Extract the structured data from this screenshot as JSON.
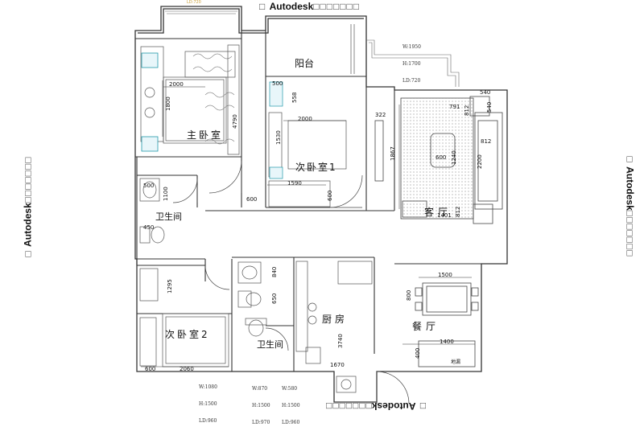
{
  "watermark": {
    "brand": "Autodesk",
    "trail": "□□□□□□□"
  },
  "top_note": "LD:720",
  "rooms": {
    "balcony": "阳台",
    "master_bedroom": "主卧室",
    "second_bedroom": "次卧室1",
    "third_bedroom": "次卧室2",
    "bathroom_1": "卫生间",
    "bathroom_2": "卫生间",
    "living_room": "客厅",
    "dining_room": "餐厅",
    "kitchen": "厨房",
    "floor_drain": "地漏"
  },
  "windows": {
    "north": [
      "W:1950",
      "H:1700",
      "LD:720"
    ],
    "south_a": [
      "W:1080",
      "H:1500",
      "LD:960"
    ],
    "south_b": [
      "W:870",
      "H:1500",
      "LD:970"
    ],
    "south_c": [
      "W:580",
      "H:1500",
      "LD:960"
    ]
  },
  "dimensions": {
    "d2000_master": "2000",
    "d1800": "1800",
    "d4790": "4790",
    "d600_a": "600",
    "d500_a": "500",
    "d558": "558",
    "d2000_second": "2000",
    "d1530": "1530",
    "d1590": "1590",
    "d600_b": "600",
    "d322": "322",
    "d1867": "1867",
    "d540": "540",
    "d791": "791",
    "d812_a": "812",
    "d540_b": "540",
    "d812_b": "812",
    "d600_c": "600",
    "d1240": "1240",
    "d2200": "2200",
    "d1401": "1401",
    "d812_c": "812",
    "d500_b": "500",
    "d1100": "1100",
    "d450": "450",
    "d1295": "1295",
    "d840": "840",
    "d650": "650",
    "d3740": "3740",
    "d1500": "1500",
    "d800": "800",
    "d1400": "1400",
    "d400": "400",
    "d1670": "1670",
    "d2060": "2060",
    "d600_d": "600"
  }
}
